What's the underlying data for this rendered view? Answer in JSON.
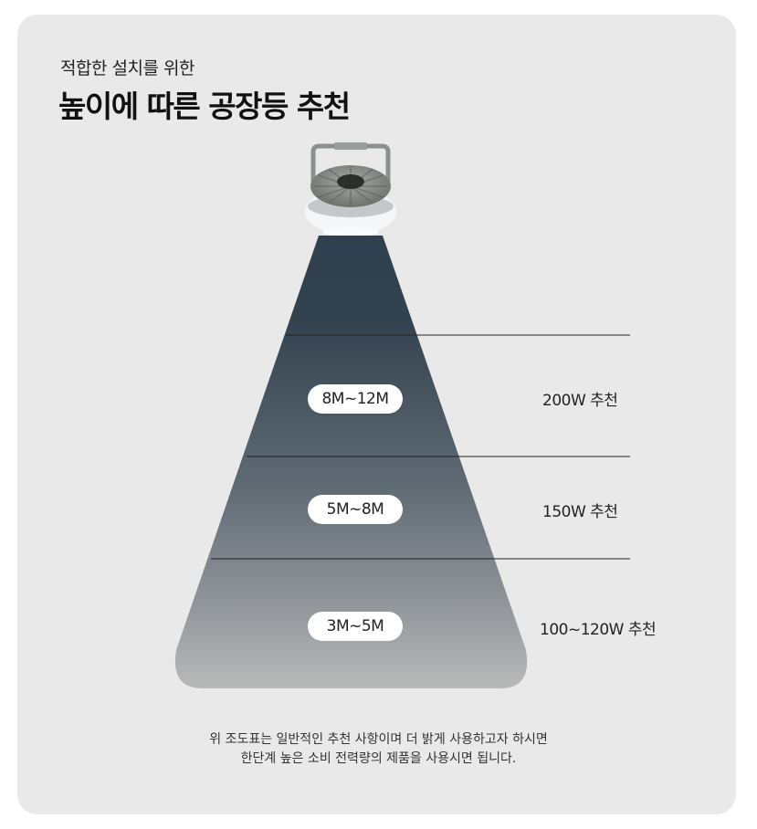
{
  "heading": {
    "subtitle": "적합한 설치를 위한",
    "title": "높이에 따른 공장등 추천"
  },
  "height_ranges": [
    {
      "height": "8M~12M",
      "recommendation": "200W 추천"
    },
    {
      "height": "5M~8M",
      "recommendation": "150W 추천"
    },
    {
      "height": "3M~5M",
      "recommendation": "100~120W 추천"
    }
  ],
  "footnote": {
    "line1": "위 조도표는 일반적인 추천 사항이며 더 밝게 사용하고자 하시면",
    "line2": "한단계 높은 소비 전력량의 제품을 사용시면 됩니다."
  },
  "colors": {
    "card_background": "#e9e9e9",
    "beam_top": "#2f3f4d",
    "beam_bottom": "#b9b9b9",
    "divider_line": "#222222",
    "label_pill": "#ffffff"
  },
  "icons": {
    "lamp": "ufo-high-bay-led-lamp"
  }
}
